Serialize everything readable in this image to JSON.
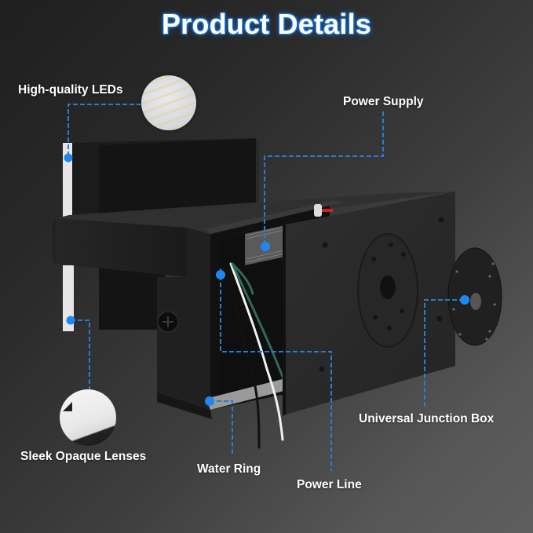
{
  "title": "Product Details",
  "callouts": [
    {
      "id": "leds",
      "label": "High-quality LEDs"
    },
    {
      "id": "power_supply",
      "label": "Power Supply"
    },
    {
      "id": "junction_box",
      "label": "Universal Junction Box"
    },
    {
      "id": "lenses",
      "label": "Sleek Opaque Lenses"
    },
    {
      "id": "water_ring",
      "label": "Water Ring"
    },
    {
      "id": "power_line",
      "label": "Power Line"
    }
  ],
  "colors": {
    "accent_blue": "#1e88f0",
    "dash_line": "#2a7ccc",
    "title_glow": "#1e78d8",
    "fixture_black": "#1c1c1c",
    "background_dark": "#1f1f1f",
    "background_light": "#5e5e5e"
  }
}
